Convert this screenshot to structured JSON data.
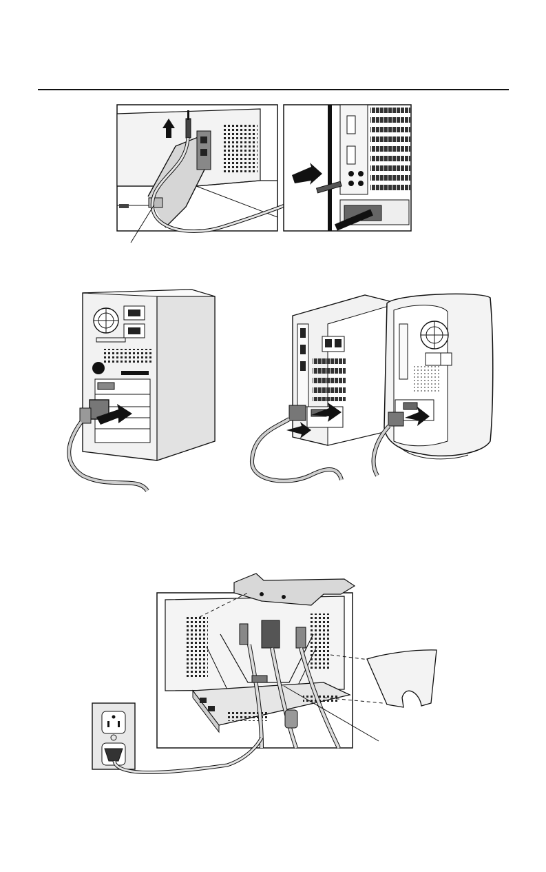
{
  "page": {
    "background": "#ffffff",
    "line_color": "#111111",
    "fill_light": "#f2f2f2",
    "fill_mid": "#bdbdbd",
    "fill_dark": "#555555"
  },
  "figures": [
    {
      "id": "fig-a",
      "icon": "monitor-audio-cable-connection"
    },
    {
      "id": "fig-b",
      "icon": "computer-tower-signal-cable-connection"
    },
    {
      "id": "fig-c",
      "icon": "monitor-stand-cable-routing-and-power-outlet"
    }
  ]
}
